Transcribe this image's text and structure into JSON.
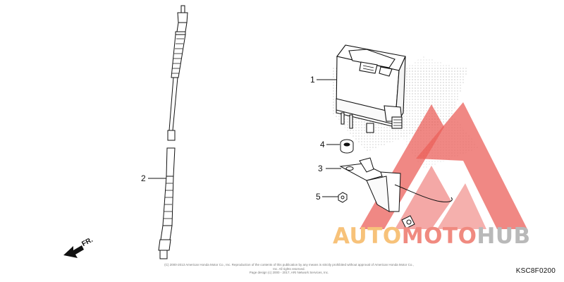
{
  "callouts": [
    {
      "id": "1",
      "label": "1"
    },
    {
      "id": "2",
      "label": "2"
    },
    {
      "id": "3",
      "label": "3"
    },
    {
      "id": "4",
      "label": "4"
    },
    {
      "id": "5",
      "label": "5"
    }
  ],
  "direction_label": "FR.",
  "diagram_code": "KSC8F0200",
  "copyright_lines": [
    "(C) 2000-2013 American Honda Motor Co., Inc. Reproduction of the contents of this publication by any means is strictly prohibited without approval of American Honda Motor Co., Inc. All rights reserved.",
    "Page design (c) 2000 - 2017, ARI Network Services, Inc."
  ],
  "watermark": {
    "part1": "AUTO",
    "part2": "MOTO",
    "part3": "HUB"
  },
  "colors": {
    "line": "#111111",
    "watermark_red": "#e8463f",
    "watermark_orange": "#f7c27a",
    "watermark_gray": "#b9b9b9"
  }
}
